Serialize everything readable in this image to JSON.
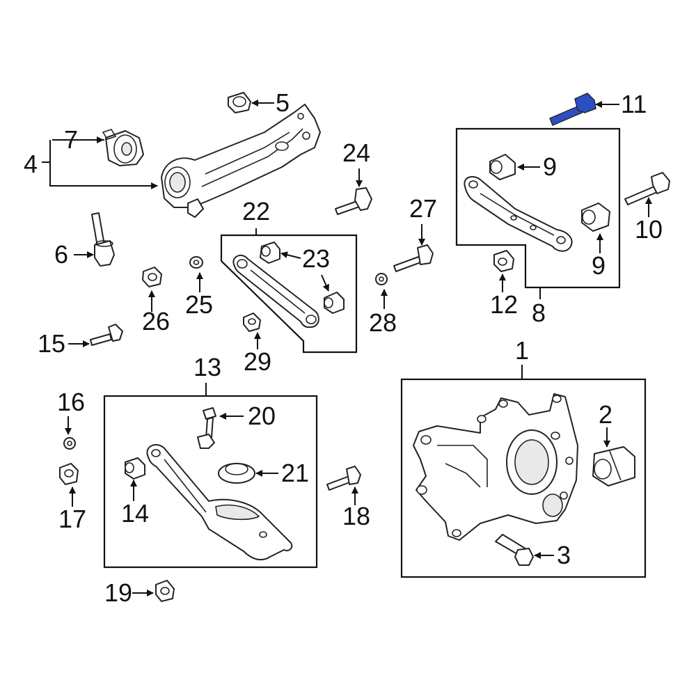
{
  "highlight_color": "#2d4fc4",
  "highlighted_part": "11",
  "callouts": {
    "c1": "1",
    "c2": "2",
    "c3": "3",
    "c4": "4",
    "c5": "5",
    "c6": "6",
    "c7": "7",
    "c8": "8",
    "c9a": "9",
    "c9b": "9",
    "c10": "10",
    "c11": "11",
    "c12": "12",
    "c13": "13",
    "c14": "14",
    "c15": "15",
    "c16": "16",
    "c17": "17",
    "c18": "18",
    "c19": "19",
    "c20": "20",
    "c21": "21",
    "c22": "22",
    "c23": "23",
    "c24": "24",
    "c25": "25",
    "c26": "26",
    "c27": "27",
    "c28": "28",
    "c29": "29"
  }
}
